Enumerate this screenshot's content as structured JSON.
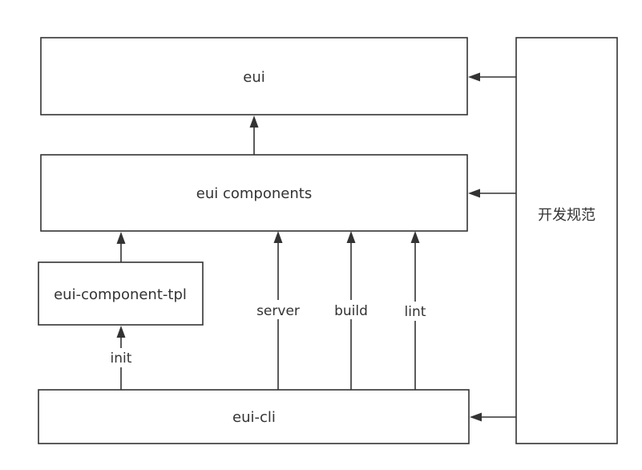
{
  "nodes": {
    "eui": "eui",
    "components": "eui components",
    "tpl": "eui-component-tpl",
    "cli": "eui-cli",
    "standards": "开发规范"
  },
  "edges": {
    "init": "init",
    "server": "server",
    "build": "build",
    "lint": "lint"
  },
  "colors": {
    "stroke": "#333333",
    "background": "#ffffff"
  }
}
